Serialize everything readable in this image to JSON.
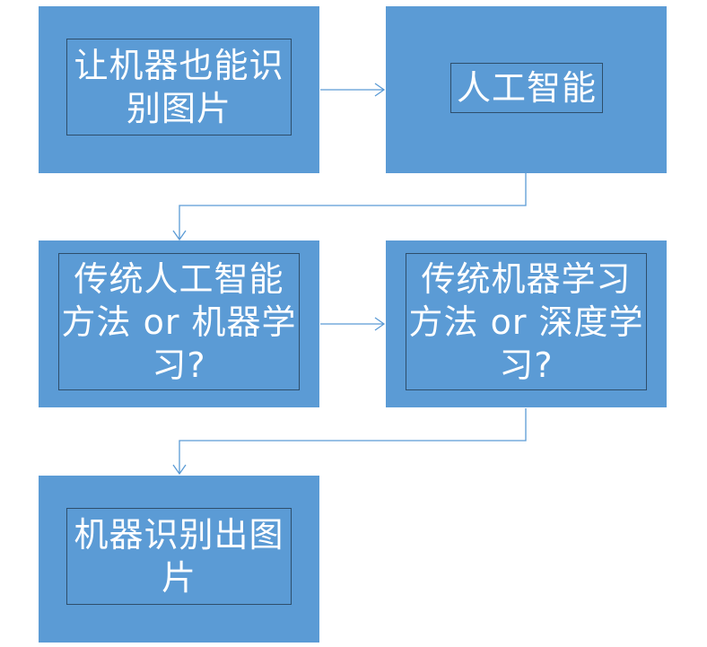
{
  "diagram": {
    "nodes": [
      {
        "id": "n1",
        "label": "让机器也能识\n别图片"
      },
      {
        "id": "n2",
        "label": "人工智能"
      },
      {
        "id": "n3",
        "label": "传统人工智能\n方法 or 机器学\n习?"
      },
      {
        "id": "n4",
        "label": "传统机器学习\n方法 or 深度学\n习?"
      },
      {
        "id": "n5",
        "label": "机器识别出图\n片"
      }
    ],
    "edges": [
      {
        "from": "n1",
        "to": "n2"
      },
      {
        "from": "n2",
        "to": "n3"
      },
      {
        "from": "n3",
        "to": "n4"
      },
      {
        "from": "n4",
        "to": "n5"
      }
    ],
    "colors": {
      "box_fill": "#5b9bd5",
      "inner_border": "#2e4e6b",
      "text": "#ffffff",
      "connector": "#5b9bd5"
    }
  }
}
